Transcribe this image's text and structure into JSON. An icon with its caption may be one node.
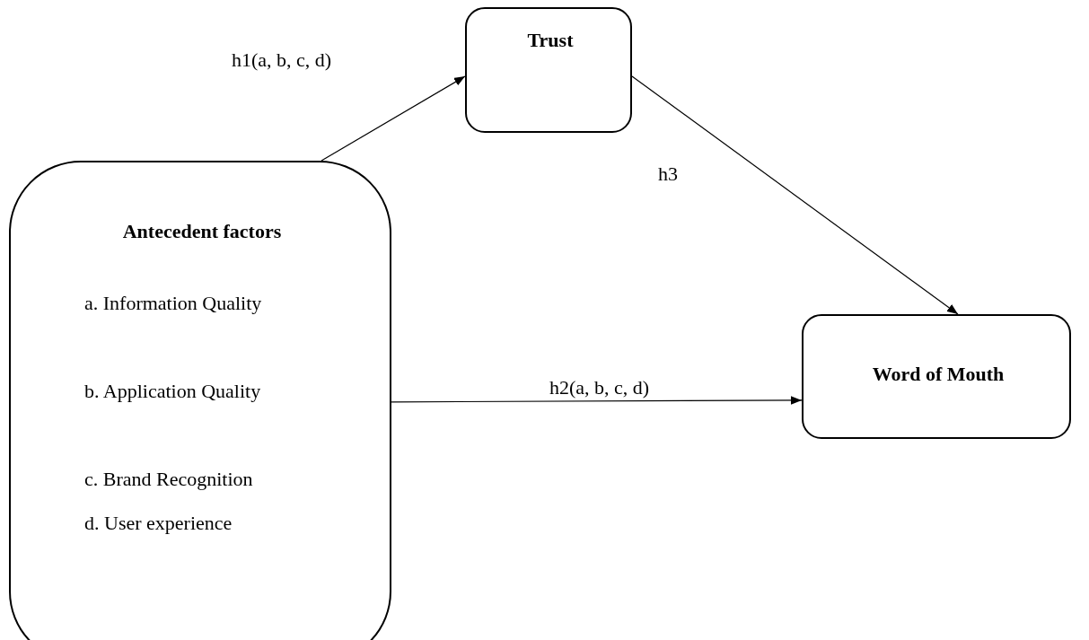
{
  "diagram": {
    "nodes": [
      {
        "text": [
          "Trust"
        ]
      },
      {
        "text": [
          "Antecedent factors",
          "a. Information Quality",
          "b. Application Quality",
          "c. Brand Recognition",
          "d. User experience"
        ]
      },
      {
        "text": [
          "Word of Mouth"
        ]
      }
    ],
    "edges": [
      {
        "from": 1,
        "to": 0,
        "arrow": "to",
        "label": "h1(a, b, c, d)"
      },
      {
        "from": 1,
        "to": 2,
        "arrow": "to",
        "label": "h2(a, b, c, d)"
      },
      {
        "from": 0,
        "to": 2,
        "arrow": "to",
        "label": "h3"
      }
    ]
  }
}
